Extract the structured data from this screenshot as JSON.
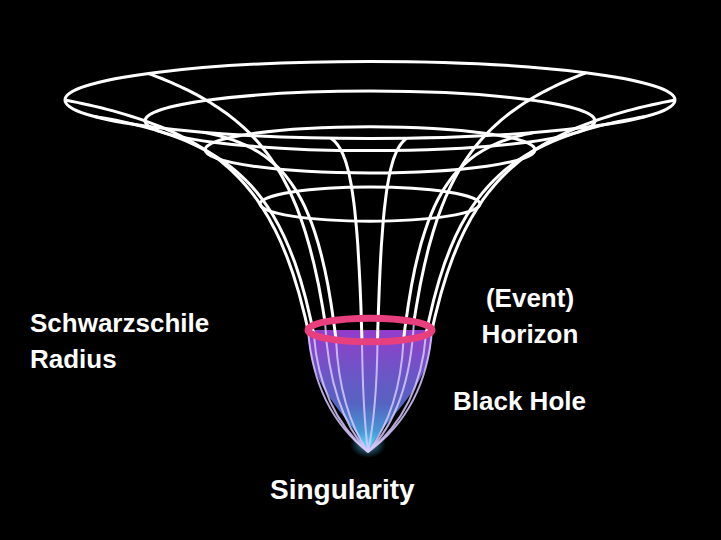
{
  "diagram": {
    "labels": [
      "Schwarzschile Radius",
      "(Event) Horizon",
      "Black Hole",
      "Singularity"
    ]
  }
}
